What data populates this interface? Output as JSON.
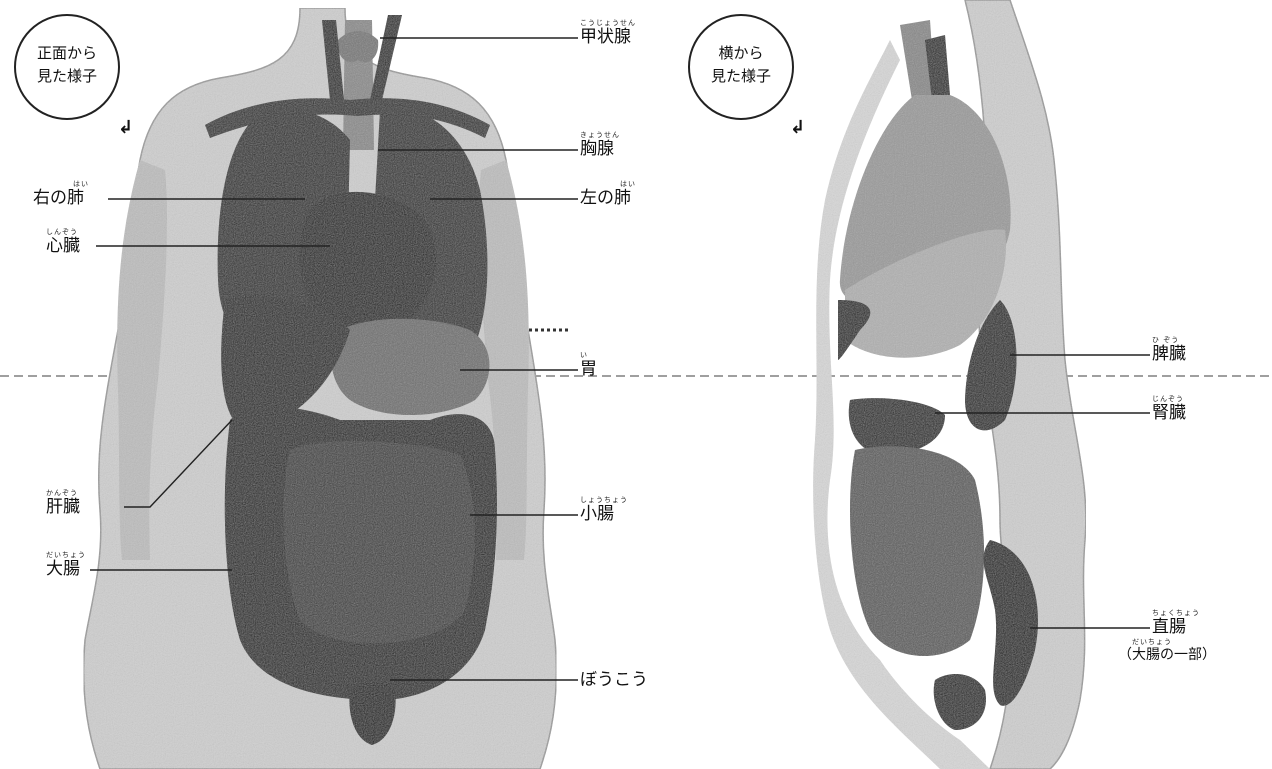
{
  "views": {
    "front": {
      "badge": [
        "正面から",
        "見た様子"
      ],
      "labels": {
        "thyroid": {
          "ruby": "こうじょうせん",
          "text": "甲状腺"
        },
        "thymus": {
          "ruby": "きょうせん",
          "text": "胸腺"
        },
        "right_lung": {
          "ruby": "はい",
          "text": "右の肺"
        },
        "left_lung": {
          "ruby": "はい",
          "text": "左の肺"
        },
        "heart": {
          "ruby": "しんぞう",
          "text": "心臓"
        },
        "stomach": {
          "ruby": "い",
          "text": "胃"
        },
        "liver": {
          "ruby": "かんぞう",
          "text": "肝臓"
        },
        "small_intestine": {
          "ruby": "しょうちょう",
          "text": "小腸"
        },
        "large_intestine": {
          "ruby": "だいちょう",
          "text": "大腸"
        },
        "bladder": {
          "ruby": "",
          "text": "ぼうこう"
        }
      }
    },
    "side": {
      "badge": [
        "横から",
        "見た様子"
      ],
      "labels": {
        "spleen": {
          "ruby": "ひ ぞう",
          "text": "脾臓"
        },
        "kidney": {
          "ruby": "じんぞう",
          "text": "腎臓"
        },
        "rectum": {
          "ruby": "ちょくちょう",
          "text": "直腸"
        },
        "rectum_note": {
          "ruby": "だいちょう",
          "text": "（大腸の一部）"
        }
      }
    }
  },
  "colors": {
    "organ": "#1c1c1c",
    "body": "#c9c9c9",
    "line": "#222222",
    "paper": "#ffffff"
  }
}
